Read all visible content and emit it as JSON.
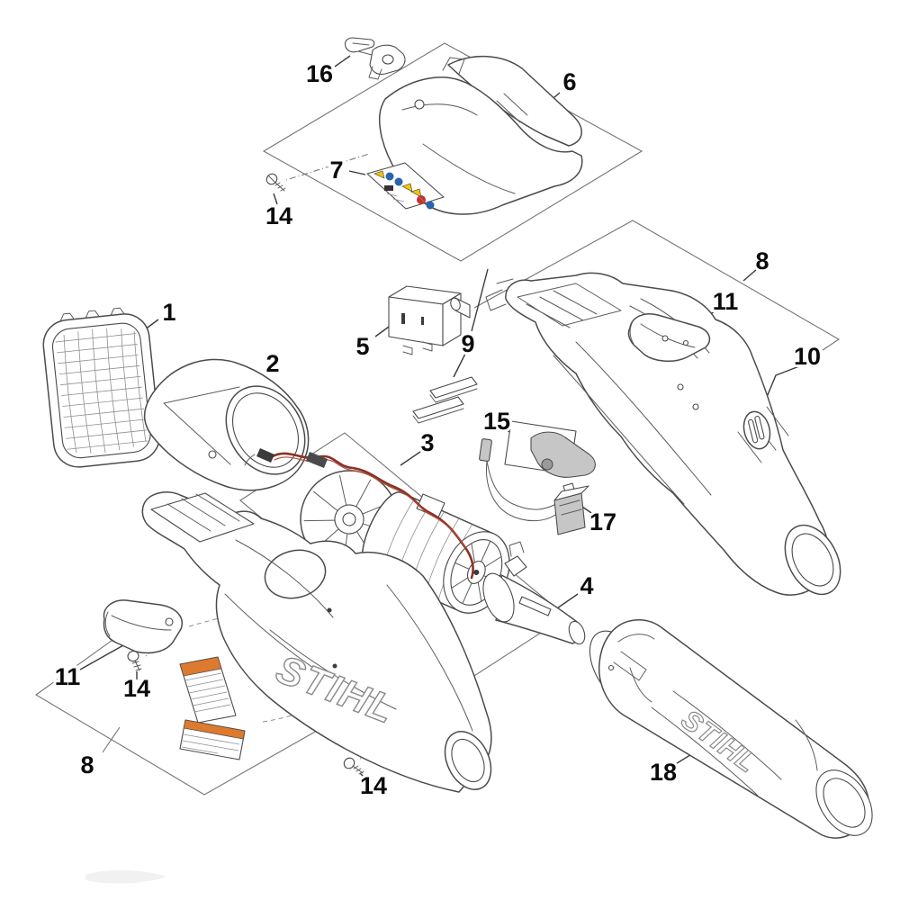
{
  "page": {
    "background": "#ffffff"
  },
  "diagram": {
    "kind": "exploded-parts-diagram",
    "subject": "STIHL handheld blower assembly",
    "colors": {
      "outline": "#4b4b4b",
      "construction_lines": "#737373",
      "callout_text": "#0b0b0b",
      "wire_red": "#8a3127",
      "label_stripe_orange": "#dd7a2e",
      "warning_yellow": "#f2c40e",
      "warning_blue": "#2a64ad",
      "warning_red": "#c6312e"
    },
    "logos": {
      "housing": "STIHL",
      "tube": "STIHL"
    },
    "callouts": [
      {
        "label": "16"
      },
      {
        "label": "6"
      },
      {
        "label": "7"
      },
      {
        "label": "14"
      },
      {
        "label": "1"
      },
      {
        "label": "2"
      },
      {
        "label": "5"
      },
      {
        "label": "9"
      },
      {
        "label": "8"
      },
      {
        "label": "11"
      },
      {
        "label": "10"
      },
      {
        "label": "3"
      },
      {
        "label": "15"
      },
      {
        "label": "17"
      },
      {
        "label": "4"
      },
      {
        "label": "11"
      },
      {
        "label": "14"
      },
      {
        "label": "8"
      },
      {
        "label": "14"
      },
      {
        "label": "18"
      }
    ]
  }
}
